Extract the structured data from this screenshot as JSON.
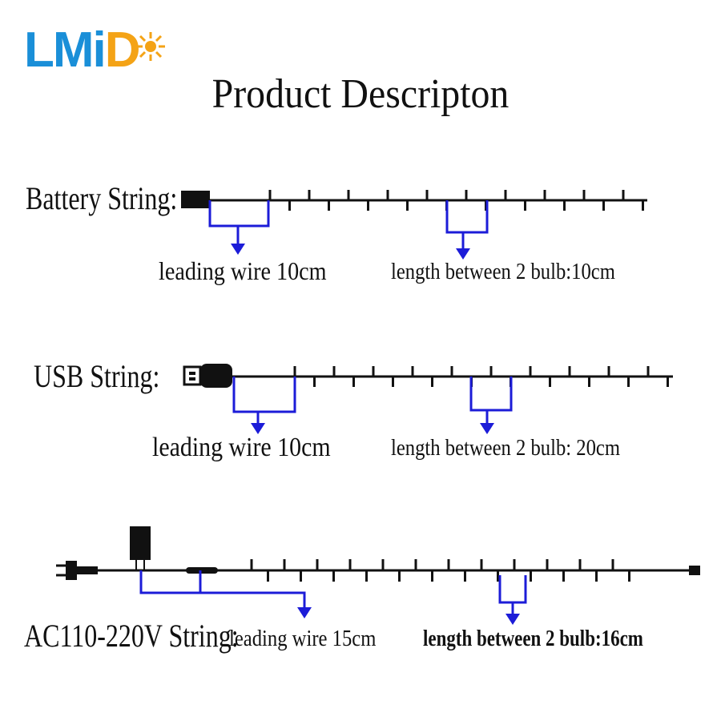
{
  "logo": {
    "text_blue": "LMi",
    "text_orange": "D"
  },
  "title": "Product Descripton",
  "colors": {
    "wire": "#111111",
    "annotation": "#1c1cd8",
    "logo_blue": "#1a8fd8",
    "logo_orange": "#f4a316"
  },
  "sections": [
    {
      "label": "Battery String:",
      "leading": "leading wire 10cm",
      "spacing": "length between 2 bulb:10cm"
    },
    {
      "label": "USB String:",
      "leading": "leading wire 10cm",
      "spacing": "length between 2 bulb: 20cm"
    },
    {
      "label": "AC110-220V String:",
      "leading": "leading wire 15cm",
      "spacing": "length between 2 bulb:16cm"
    }
  ]
}
